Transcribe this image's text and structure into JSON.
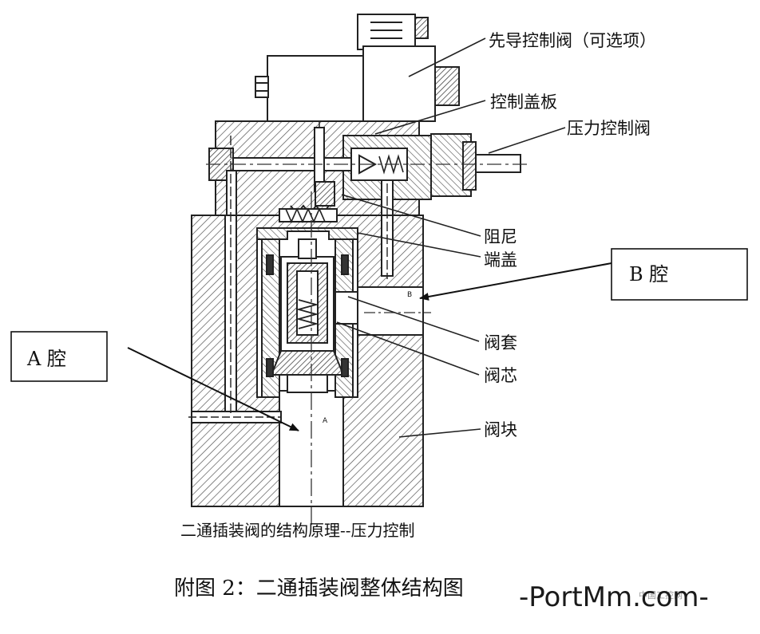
{
  "labels": {
    "pilot_valve": "先导控制阀（可选项）",
    "control_cover": "控制盖板",
    "pressure_valve": "压力控制阀",
    "damper": "阻尼",
    "end_cap": "端盖",
    "sleeve": "阀套",
    "spool": "阀芯",
    "block": "阀块"
  },
  "chambers": {
    "b": "B 腔",
    "a": "A 腔",
    "port_a": "A",
    "port_b": "B"
  },
  "subtitle": "二通插装阀的结构原理--压力控制",
  "caption": "附图 2：二通插装阀整体结构图",
  "watermark": {
    "text": "-PortMm.com-",
    "faint": "中国工控网"
  }
}
